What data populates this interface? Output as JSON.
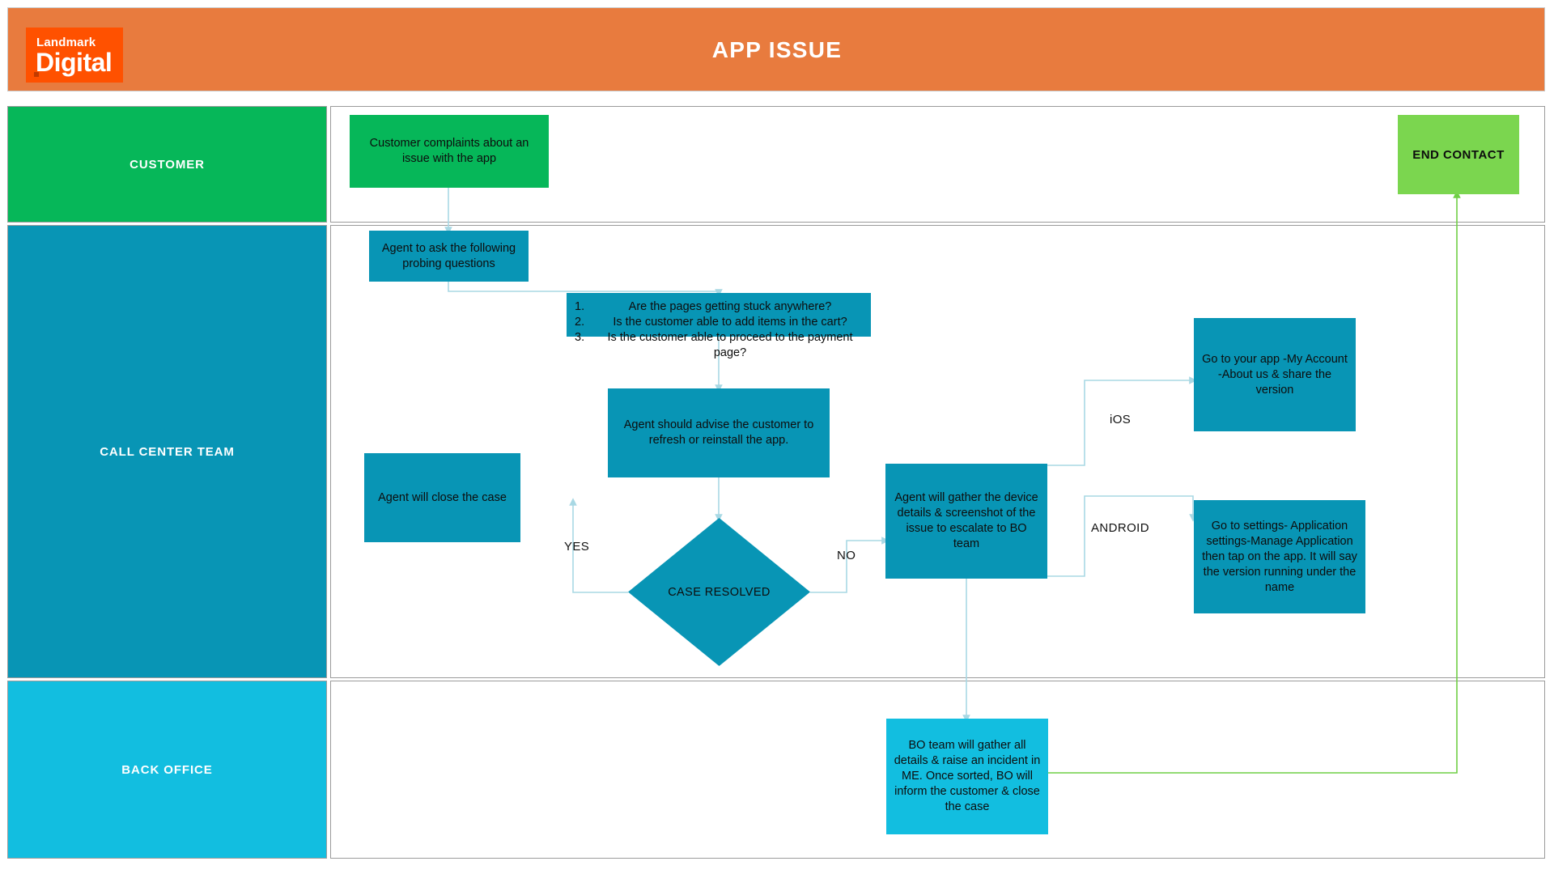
{
  "header": {
    "title": "APP ISSUE",
    "logo_line1": "Landmark",
    "logo_line2": "Digital"
  },
  "colors": {
    "header_bg": "#E87B3E",
    "logo_bg": "#FF5100",
    "customer_lane": "#06B759",
    "callcenter_lane": "#0895B5",
    "backoffice_lane": "#12BEE0",
    "end_contact": "#7BD64F",
    "connector_blue": "#A8D8E4",
    "connector_green": "#6FCF45"
  },
  "lanes": [
    {
      "id": "customer",
      "label": "CUSTOMER"
    },
    {
      "id": "callcenter",
      "label": "CALL CENTER TEAM"
    },
    {
      "id": "backoffice",
      "label": "BACK OFFICE"
    }
  ],
  "nodes": {
    "customer_complaint": "Customer complaints about an issue with the app",
    "end_contact": "END CONTACT",
    "probing": "Agent to ask the following probing questions",
    "questions": {
      "items": [
        {
          "num": "1.",
          "text": "Are the pages getting stuck anywhere?"
        },
        {
          "num": "2.",
          "text": "Is the customer able to add items in the cart?"
        },
        {
          "num": "3.",
          "text": "Is the customer able to proceed to the payment page?"
        }
      ]
    },
    "advise_refresh": "Agent should advise the customer to refresh or reinstall the app.",
    "close_case": "Agent will close the case",
    "case_resolved": "CASE RESOLVED",
    "gather_device": "Agent will gather the device details & screenshot of the issue to escalate to BO team",
    "ios_instructions": "Go to your app -My Account -About us & share the version",
    "android_instructions": "Go to settings- Application settings-Manage Application then tap on the app. It will say the version running under the name",
    "bo_incident": "BO team will gather all details & raise an incident in ME. Once sorted, BO will inform the customer & close the case"
  },
  "edge_labels": {
    "yes": "YES",
    "no": "NO",
    "ios": "iOS",
    "android": "ANDROID"
  }
}
